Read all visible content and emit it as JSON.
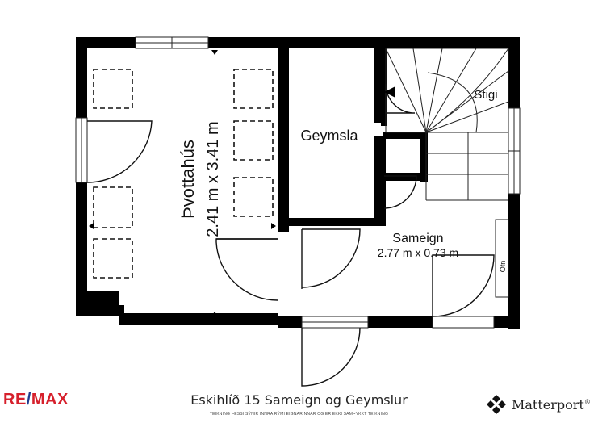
{
  "rooms": {
    "laundry": {
      "name": "Þvottahús",
      "size": "2.41 m x 3.41 m"
    },
    "storage": {
      "name": "Geymsla"
    },
    "stairs": {
      "name": "Stigi"
    },
    "common": {
      "name": "Sameign",
      "size": "2.77 m x 0.73 m"
    },
    "oven": {
      "name": "Ofn"
    }
  },
  "footer": {
    "title": "Eskihlíð 15 Sameign og Geymslur",
    "disclaimer": "TEIKNING ÞESSI SÝNIR INNRA RÝMI EIGNARINNAR OG ER EKKI SAMÞYKKT TEIKNING"
  },
  "brands": {
    "left": {
      "part1": "RE",
      "slash": "/",
      "part2": "MAX",
      "color_red": "#d6202c",
      "color_blue": "#1e3d8f"
    },
    "right": {
      "name": "Matterport",
      "mark": "®"
    }
  },
  "colors": {
    "wall": "#000000",
    "background": "#ffffff",
    "line": "#222222"
  }
}
